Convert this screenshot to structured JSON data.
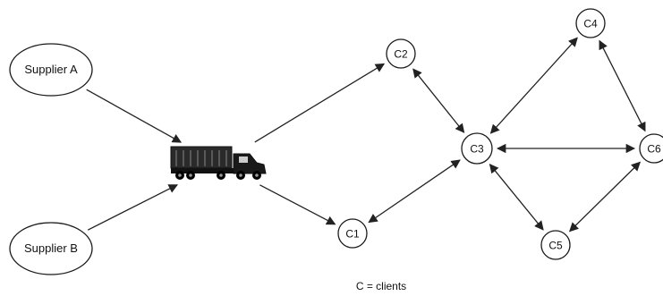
{
  "nodes": {
    "supplier_a": "Supplier A",
    "supplier_b": "Supplier B",
    "c1": "C1",
    "c2": "C2",
    "c3": "C3",
    "c4": "C4",
    "c5": "C5",
    "c6": "C6"
  },
  "legend": "C = clients",
  "truck_icon": "truck-icon",
  "edges": [
    {
      "from": "supplier_a",
      "to": "truck",
      "direction": "forward"
    },
    {
      "from": "supplier_b",
      "to": "truck",
      "direction": "forward"
    },
    {
      "from": "truck",
      "to": "c2",
      "direction": "forward"
    },
    {
      "from": "truck",
      "to": "c1",
      "direction": "forward"
    },
    {
      "from": "c2",
      "to": "c3",
      "direction": "both"
    },
    {
      "from": "c1",
      "to": "c3",
      "direction": "both"
    },
    {
      "from": "c3",
      "to": "c4",
      "direction": "both"
    },
    {
      "from": "c3",
      "to": "c6",
      "direction": "both"
    },
    {
      "from": "c3",
      "to": "c5",
      "direction": "both"
    },
    {
      "from": "c4",
      "to": "c6",
      "direction": "both"
    },
    {
      "from": "c5",
      "to": "c6",
      "direction": "both"
    }
  ]
}
